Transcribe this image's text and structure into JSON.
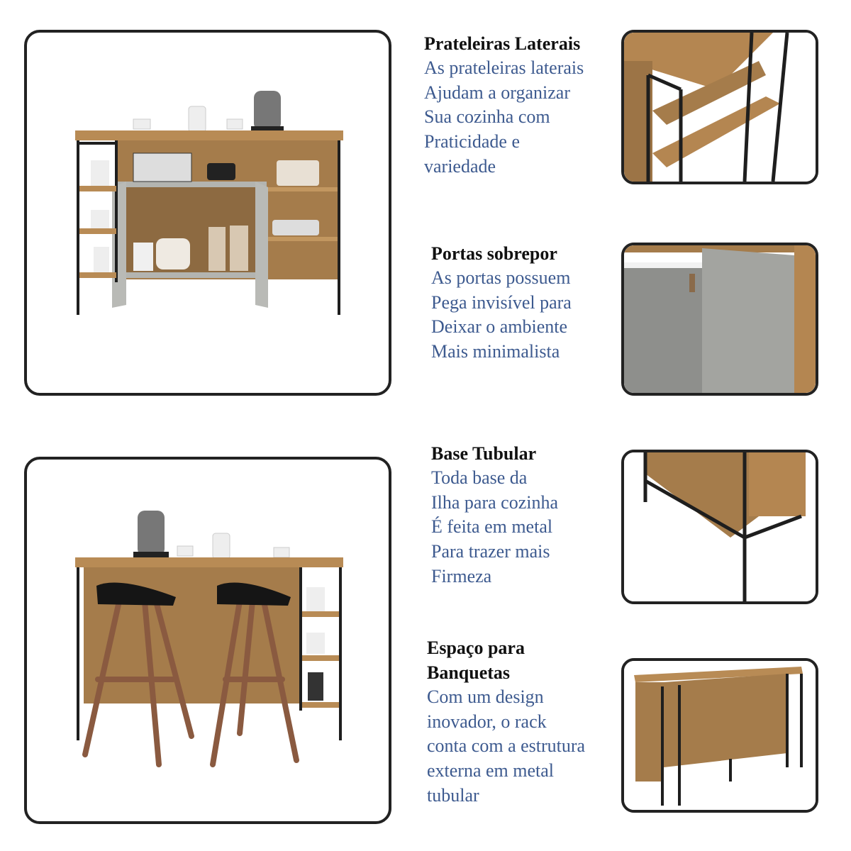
{
  "colors": {
    "wood": "#a57c4b",
    "metal": "#1e1e1e",
    "door": "#a9aaa6",
    "text_blue": "#3d5a8f"
  },
  "features": [
    {
      "title": [
        "Prateleiras Laterais"
      ],
      "lines": [
        "As prateleiras laterais",
        "Ajudam a organizar",
        "Sua cozinha com",
        "Praticidade e",
        "variedade"
      ]
    },
    {
      "title": [
        "Portas sobrepor"
      ],
      "lines": [
        "As portas possuem",
        "Pega invisível para",
        "Deixar o ambiente",
        "Mais minimalista"
      ]
    },
    {
      "title": [
        "Base Tubular"
      ],
      "lines": [
        "Toda base da",
        "Ilha para cozinha",
        "É feita em metal",
        "Para trazer mais",
        "Firmeza"
      ]
    },
    {
      "title": [
        "Espaço para",
        "Banquetas"
      ],
      "lines": [
        "Com um design",
        "inovador, o rack",
        "conta com a estrutura",
        "externa em metal",
        "tubular"
      ]
    }
  ]
}
